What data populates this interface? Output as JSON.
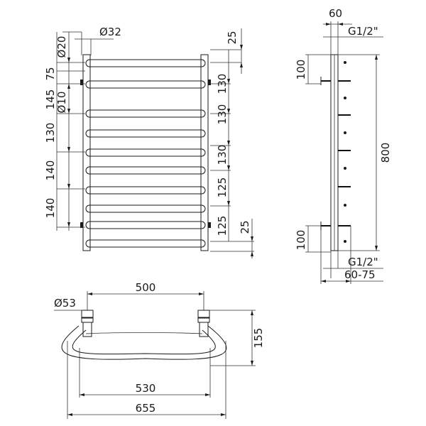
{
  "drawing": {
    "front_view": {
      "dims_left": [
        "Ø20",
        "75",
        "145",
        "Ø10",
        "130",
        "140",
        "140"
      ],
      "dims_right": [
        "130",
        "130",
        "130",
        "125",
        "125"
      ],
      "top_diameter": "Ø32",
      "top_offset": "25",
      "bottom_offset": "25"
    },
    "side_view": {
      "depth_top": "60",
      "thread_top": "G1/2\"",
      "offset_top": "100",
      "height": "800",
      "offset_bottom": "100",
      "thread_bottom": "G1/2\"",
      "depth_bottom": "60-75"
    },
    "plan_view": {
      "diameter": "Ø53",
      "center_distance": "500",
      "inner_width": "530",
      "overall_width": "655",
      "projection": "155"
    }
  }
}
